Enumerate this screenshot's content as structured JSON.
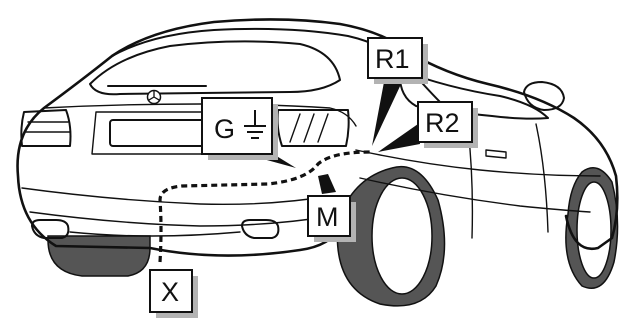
{
  "diagram": {
    "labels": {
      "ground": "G",
      "r1": "R1",
      "r2": "R2",
      "m": "M",
      "x": "X"
    },
    "colors": {
      "outline": "#111111",
      "tire": "#555555",
      "shadow": "#b3b3b3",
      "background": "#ffffff"
    },
    "icons": [
      "ground-symbol-icon",
      "mercedes-star-icon"
    ]
  }
}
